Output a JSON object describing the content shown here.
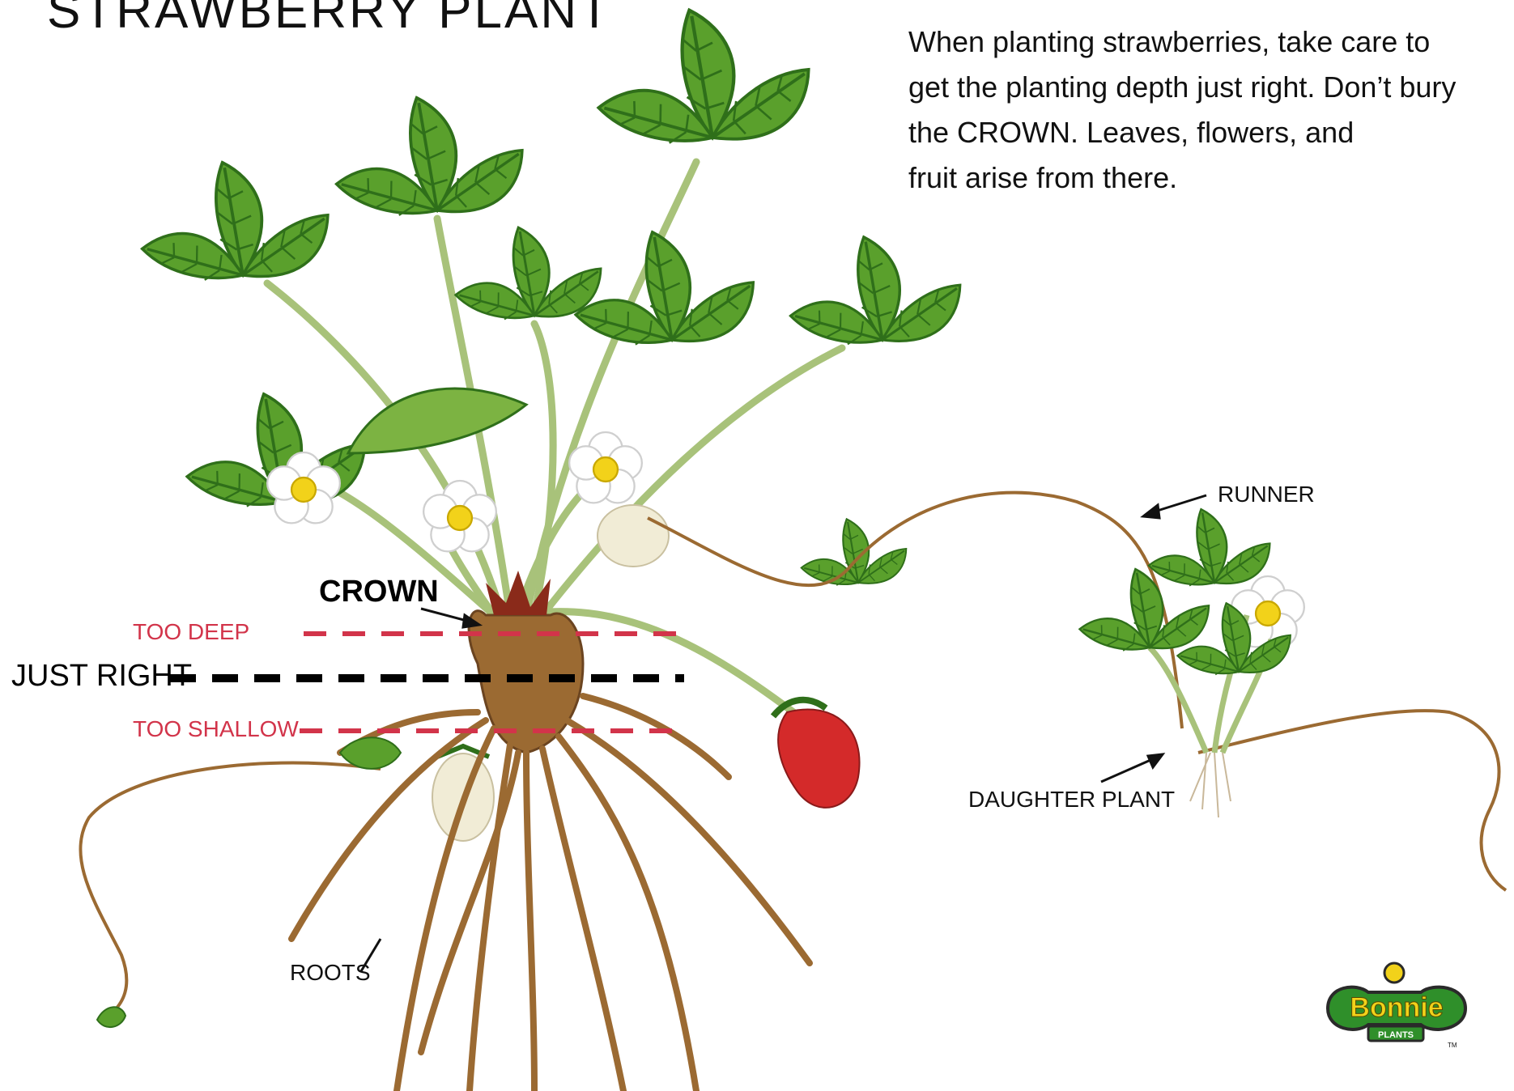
{
  "title": "STRAWBERRY  PLANT",
  "intro_lines": [
    "When planting strawberries, take care to",
    "get the planting depth just right. Don’t bury",
    "the CROWN. Leaves, flowers, and",
    "fruit arise from there."
  ],
  "labels": {
    "crown": "CROWN",
    "too_deep": "TOO DEEP",
    "just_right": "JUST RIGHT",
    "too_shallow": "TOO SHALLOW",
    "runner": "RUNNER",
    "daughter_plant": "DAUGHTER PLANT",
    "roots": "ROOTS"
  },
  "logo": {
    "brand": "Bonnie",
    "sub": "PLANTS",
    "tm": "TM"
  },
  "colors": {
    "leaf": "#5aa02c",
    "leaf_dark": "#2f6f1a",
    "stem": "#a8c27a",
    "root": "#9b6a32",
    "too_deep_line": "#d2344a",
    "just_right_line": "#000000",
    "too_shallow_line": "#d2344a",
    "berry_red": "#d42a2a",
    "logo_green": "#2f8f2a",
    "logo_yellow": "#f2d21a"
  }
}
